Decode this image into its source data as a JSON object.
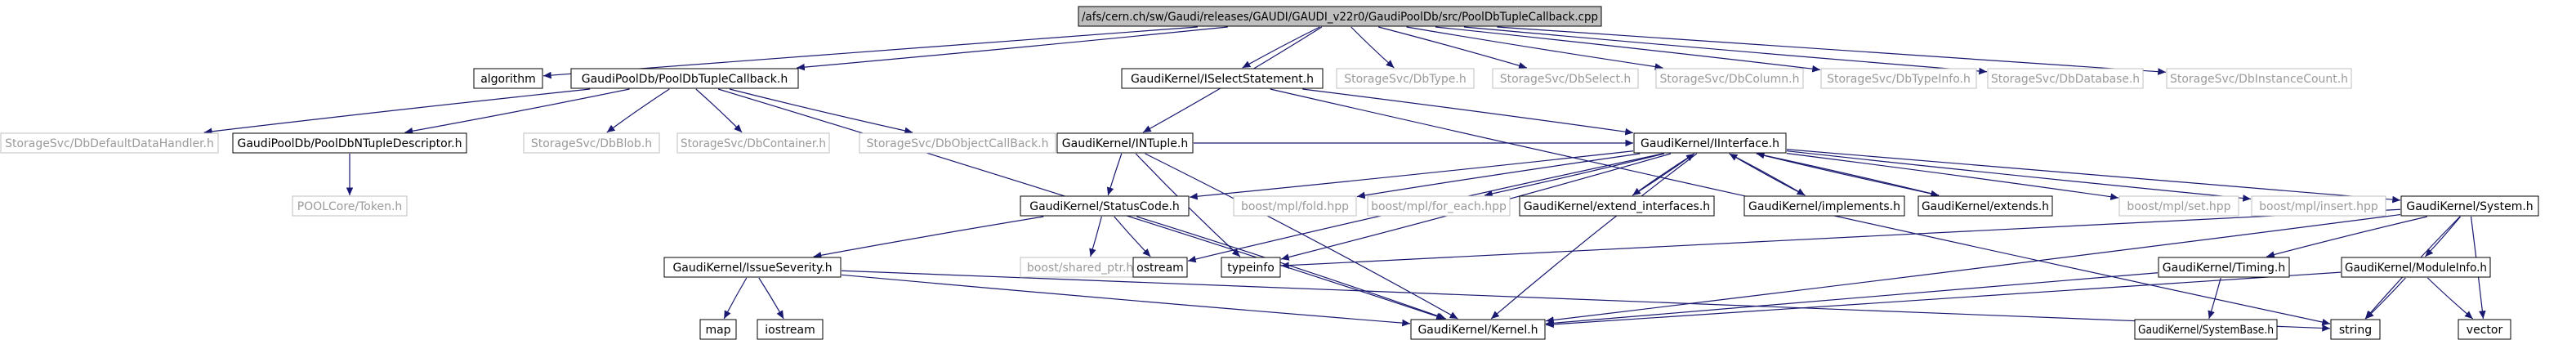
{
  "colors": {
    "root_fill": "#bfbfbf",
    "node_fill": "#ffffff",
    "node_border": "#000000",
    "missing_border": "#bfbfbf",
    "missing_text": "#9a9a9a",
    "text": "#000000",
    "edge": "#191970",
    "edge_faint": "#4a5a9a"
  },
  "diagram": {
    "nodes": [
      {
        "id": "root",
        "label": "/afs/cern.ch/sw/Gaudi/releases/GAUDI/GAUDI_v22r0/GaudiPoolDb/src/PoolDbTupleCallback.cpp",
        "kind": "root"
      },
      {
        "id": "algorithm",
        "label": "algorithm",
        "kind": "normal"
      },
      {
        "id": "tuplecb",
        "label": "GaudiPoolDb/PoolDbTupleCallback.h",
        "kind": "normal"
      },
      {
        "id": "iselect",
        "label": "GaudiKernel/ISelectStatement.h",
        "kind": "normal"
      },
      {
        "id": "dbtype",
        "label": "StorageSvc/DbType.h",
        "kind": "missing"
      },
      {
        "id": "dbselect",
        "label": "StorageSvc/DbSelect.h",
        "kind": "missing"
      },
      {
        "id": "dbcolumn",
        "label": "StorageSvc/DbColumn.h",
        "kind": "missing"
      },
      {
        "id": "dbtypeinfo",
        "label": "StorageSvc/DbTypeInfo.h",
        "kind": "missing"
      },
      {
        "id": "dbdatabase",
        "label": "StorageSvc/DbDatabase.h",
        "kind": "missing"
      },
      {
        "id": "dbinstcount",
        "label": "StorageSvc/DbInstanceCount.h",
        "kind": "missing"
      },
      {
        "id": "dbdefhandler",
        "label": "StorageSvc/DbDefaultDataHandler.h",
        "kind": "missing"
      },
      {
        "id": "ntupledesc",
        "label": "GaudiPoolDb/PoolDbNTupleDescriptor.h",
        "kind": "normal"
      },
      {
        "id": "dbblob",
        "label": "StorageSvc/DbBlob.h",
        "kind": "missing"
      },
      {
        "id": "dbcontainer",
        "label": "StorageSvc/DbContainer.h",
        "kind": "missing"
      },
      {
        "id": "dbobjcb",
        "label": "StorageSvc/DbObjectCallBack.h",
        "kind": "missing"
      },
      {
        "id": "intuple",
        "label": "GaudiKernel/INTuple.h",
        "kind": "normal"
      },
      {
        "id": "iinterface",
        "label": "GaudiKernel/IInterface.h",
        "kind": "normal"
      },
      {
        "id": "pooltoken",
        "label": "POOLCore/Token.h",
        "kind": "missing"
      },
      {
        "id": "statuscode",
        "label": "GaudiKernel/StatusCode.h",
        "kind": "normal"
      },
      {
        "id": "fold",
        "label": "boost/mpl/fold.hpp",
        "kind": "missing"
      },
      {
        "id": "foreach",
        "label": "boost/mpl/for_each.hpp",
        "kind": "missing"
      },
      {
        "id": "extendif",
        "label": "GaudiKernel/extend_interfaces.h",
        "kind": "normal"
      },
      {
        "id": "implements",
        "label": "GaudiKernel/implements.h",
        "kind": "normal"
      },
      {
        "id": "extends",
        "label": "GaudiKernel/extends.h",
        "kind": "normal"
      },
      {
        "id": "mplset",
        "label": "boost/mpl/set.hpp",
        "kind": "missing"
      },
      {
        "id": "mplinsert",
        "label": "boost/mpl/insert.hpp",
        "kind": "missing"
      },
      {
        "id": "system",
        "label": "GaudiKernel/System.h",
        "kind": "normal"
      },
      {
        "id": "issueseverity",
        "label": "GaudiKernel/IssueSeverity.h",
        "kind": "normal"
      },
      {
        "id": "sharedptr",
        "label": "boost/shared_ptr.hpp",
        "kind": "missing"
      },
      {
        "id": "ostream",
        "label": "ostream",
        "kind": "normal"
      },
      {
        "id": "typeinfo",
        "label": "typeinfo",
        "kind": "normal"
      },
      {
        "id": "timing",
        "label": "GaudiKernel/Timing.h",
        "kind": "normal"
      },
      {
        "id": "moduleinfo",
        "label": "GaudiKernel/ModuleInfo.h",
        "kind": "normal"
      },
      {
        "id": "map",
        "label": "map",
        "kind": "normal"
      },
      {
        "id": "iostream",
        "label": "iostream",
        "kind": "normal"
      },
      {
        "id": "kernel",
        "label": "GaudiKernel/Kernel.h",
        "kind": "normal"
      },
      {
        "id": "systembase",
        "label": "GaudiKernel/SystemBase.h",
        "kind": "normal"
      },
      {
        "id": "string",
        "label": "string",
        "kind": "normal"
      },
      {
        "id": "vector",
        "label": "vector",
        "kind": "normal"
      }
    ],
    "edges": [
      [
        "root",
        "algorithm"
      ],
      [
        "root",
        "tuplecb"
      ],
      [
        "root",
        "iselect"
      ],
      [
        "root",
        "intuple"
      ],
      [
        "root",
        "dbtype"
      ],
      [
        "root",
        "dbselect"
      ],
      [
        "root",
        "dbcolumn"
      ],
      [
        "root",
        "dbtypeinfo"
      ],
      [
        "root",
        "dbdatabase"
      ],
      [
        "root",
        "dbinstcount"
      ],
      [
        "tuplecb",
        "dbdefhandler"
      ],
      [
        "tuplecb",
        "ntupledesc"
      ],
      [
        "tuplecb",
        "dbblob"
      ],
      [
        "tuplecb",
        "dbcontainer"
      ],
      [
        "tuplecb",
        "dbobjcb"
      ],
      [
        "tuplecb",
        "kernel"
      ],
      [
        "ntupledesc",
        "pooltoken"
      ],
      [
        "iselect",
        "iinterface"
      ],
      [
        "iselect",
        "string"
      ],
      [
        "intuple",
        "iinterface"
      ],
      [
        "intuple",
        "statuscode"
      ],
      [
        "intuple",
        "kernel"
      ],
      [
        "intuple",
        "typeinfo"
      ],
      [
        "iinterface",
        "statuscode"
      ],
      [
        "iinterface",
        "fold"
      ],
      [
        "iinterface",
        "foreach"
      ],
      [
        "iinterface",
        "extendif"
      ],
      [
        "iinterface",
        "implements"
      ],
      [
        "iinterface",
        "extends"
      ],
      [
        "iinterface",
        "mplset"
      ],
      [
        "iinterface",
        "mplinsert"
      ],
      [
        "iinterface",
        "system"
      ],
      [
        "iinterface",
        "ostream"
      ],
      [
        "iinterface",
        "typeinfo"
      ],
      [
        "iinterface",
        "kernel"
      ],
      [
        "extendif",
        "iinterface"
      ],
      [
        "implements",
        "iinterface"
      ],
      [
        "extends",
        "iinterface"
      ],
      [
        "statuscode",
        "issueseverity"
      ],
      [
        "statuscode",
        "sharedptr"
      ],
      [
        "statuscode",
        "ostream"
      ],
      [
        "statuscode",
        "kernel"
      ],
      [
        "issueseverity",
        "map"
      ],
      [
        "issueseverity",
        "iostream"
      ],
      [
        "issueseverity",
        "kernel"
      ],
      [
        "issueseverity",
        "string"
      ],
      [
        "system",
        "typeinfo"
      ],
      [
        "system",
        "kernel"
      ],
      [
        "system",
        "timing"
      ],
      [
        "system",
        "moduleinfo"
      ],
      [
        "system",
        "string"
      ],
      [
        "system",
        "vector"
      ],
      [
        "timing",
        "kernel"
      ],
      [
        "timing",
        "systembase"
      ],
      [
        "moduleinfo",
        "kernel"
      ],
      [
        "moduleinfo",
        "string"
      ],
      [
        "moduleinfo",
        "vector"
      ]
    ]
  }
}
